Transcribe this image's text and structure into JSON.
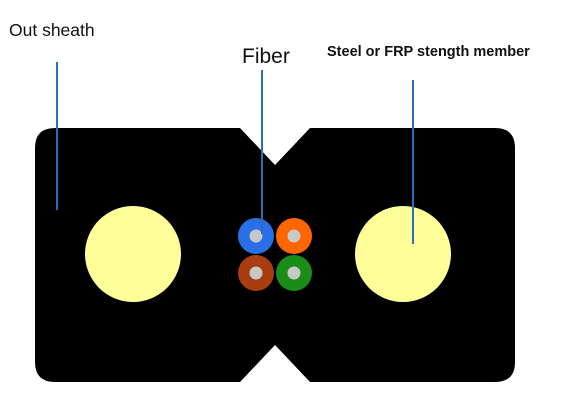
{
  "labels": {
    "out_sheath": "Out sheath",
    "fiber": "Fiber",
    "strength_member": "Steel or FRP stength member"
  },
  "colors": {
    "sheath": "#000000",
    "strength_member": "#ffff99",
    "leader_line": "#2f6db5",
    "fiber_core": "#c8c8c8",
    "fiber_blue": "#2a6ee8",
    "fiber_orange": "#ff6600",
    "fiber_brown": "#a83e0f",
    "fiber_green": "#1a8c1a"
  },
  "fibers": [
    {
      "color_name": "blue"
    },
    {
      "color_name": "orange"
    },
    {
      "color_name": "brown"
    },
    {
      "color_name": "green"
    }
  ]
}
